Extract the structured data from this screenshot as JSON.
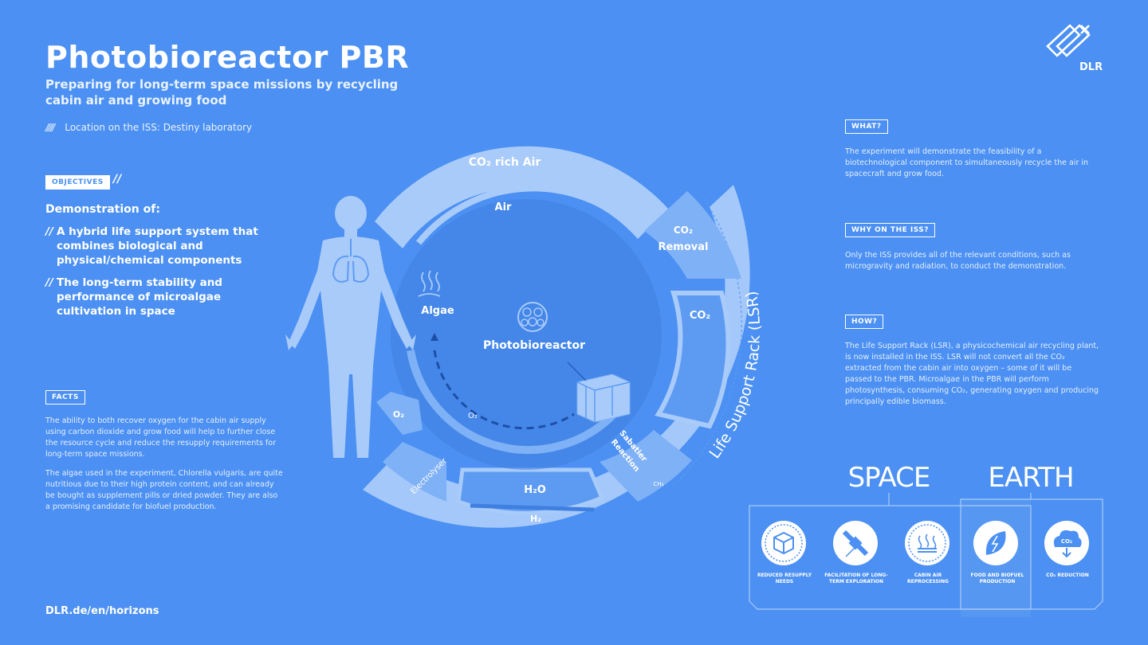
{
  "header": {
    "title": "Photobioreactor PBR",
    "subtitle": "Preparing for long-term space missions by recycling cabin air and growing food",
    "location": "Location on the ISS: Destiny laboratory",
    "hatch": "/////"
  },
  "logo": {
    "text": "DLR"
  },
  "objectives": {
    "tag": "OBJECTIVES",
    "tag_suffix": "//",
    "demo_title": "Demonstration of:",
    "items": [
      "A hybrid life support system that combines biological and physical/chemical components",
      "The long-term stability and performance of microalgae cultivation in space"
    ],
    "bullet": "//"
  },
  "facts": {
    "tag": "FACTS",
    "paragraphs": [
      "The ability to both recover oxygen for the cabin air supply using carbon dioxide and grow food will help to further close the resource cycle and reduce the resupply requirements for long-term space missions.",
      "The algae used in the experiment, Chlorella vulgaris, are quite nutritious due to their high protein content, and can already be bought as supplement pills or dried powder. They are also a promising candidate for biofuel production."
    ]
  },
  "footer": {
    "link": "DLR.de/en/horizons"
  },
  "what": {
    "tag": "WHAT?",
    "text": "The experiment will demonstrate the feasibility of a biotechnological component to simultaneously recycle the air in spacecraft and grow food."
  },
  "why": {
    "tag": "WHY ON THE ISS?",
    "text": "Only the ISS provides all of the relevant conditions, such as microgravity and radiation, to conduct the demonstration."
  },
  "how": {
    "tag": "HOW?",
    "text": "The Life Support Rack (LSR), a physicochemical air recycling plant, is now installed in the ISS. LSR will not convert all the CO₂ extracted from the cabin air into oxygen – some of it will be passed to the PBR. Microalgae in the PBR will perform photosynthesis, consuming CO₂, generating oxygen and producing principally edible biomass."
  },
  "diagram": {
    "co2_rich_air": "CO₂ rich Air",
    "air": "Air",
    "co2_removal_1": "CO₂",
    "co2_removal_2": "Removal",
    "co2": "CO₂",
    "algae": "Algae",
    "photobioreactor": "Photobioreactor",
    "o2_outer": "O₂",
    "o2_inner": "O₂",
    "electrolyser": "Electrolyser",
    "h2o": "H₂O",
    "h2": "H₂",
    "sabatier_1": "Sabatier",
    "sabatier_2": "Reaction",
    "ch4": "CH₄",
    "lsr": "Life Support Rack (LSR)"
  },
  "space_earth": {
    "space": "SPACE",
    "earth": "EARTH",
    "items": [
      {
        "label": "REDUCED RESUPPLY NEEDS",
        "icon": "box-icon"
      },
      {
        "label": "FACILITATION OF LONG-TERM EXPLORATION",
        "icon": "satellite-icon"
      },
      {
        "label": "CABIN AIR REPROCESSING",
        "icon": "air-processing-icon"
      },
      {
        "label": "FOOD AND BIOFUEL PRODUCTION",
        "icon": "leaf-icon"
      },
      {
        "label": "CO₂ REDUCTION",
        "icon": "cloud-co2-icon"
      }
    ],
    "cloud_co2": "CO₂"
  },
  "colors": {
    "background": "#4b90f2",
    "ring_light": "#a9cbfa",
    "ring_mid": "#7fb1f6",
    "ring_dark": "#5d9bf3",
    "core": "#3f7fe0",
    "white": "#ffffff"
  }
}
